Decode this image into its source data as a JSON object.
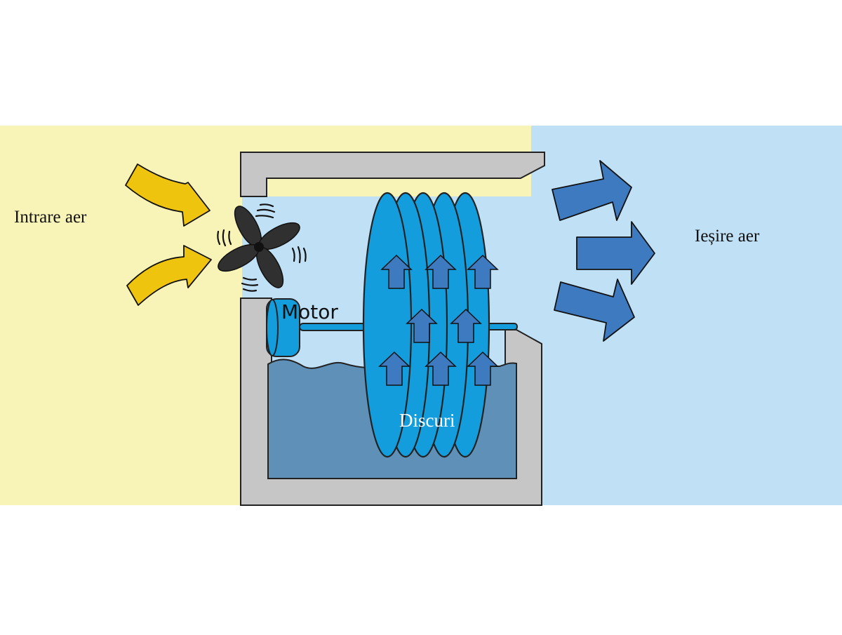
{
  "labels": {
    "intake": "Intrare aer",
    "outlet": "Ieșire aer",
    "motor": "Motor",
    "disks": "Discuri"
  },
  "colors": {
    "intake_zone": "#f8f3b6",
    "outlet_zone": "#c0e0f6",
    "housing": "#c6c6c6",
    "water": "#5f90b8",
    "disk": "#139ddd",
    "arrow_in": "#efc40e",
    "arrow_out": "#3e7ac0",
    "fan": "#303030"
  },
  "icons": {
    "fan": "fan-icon",
    "intake_arrow": "curved-arrow-icon",
    "outlet_arrow": "arrow-right-icon",
    "updraft_arrow": "arrow-up-icon"
  }
}
